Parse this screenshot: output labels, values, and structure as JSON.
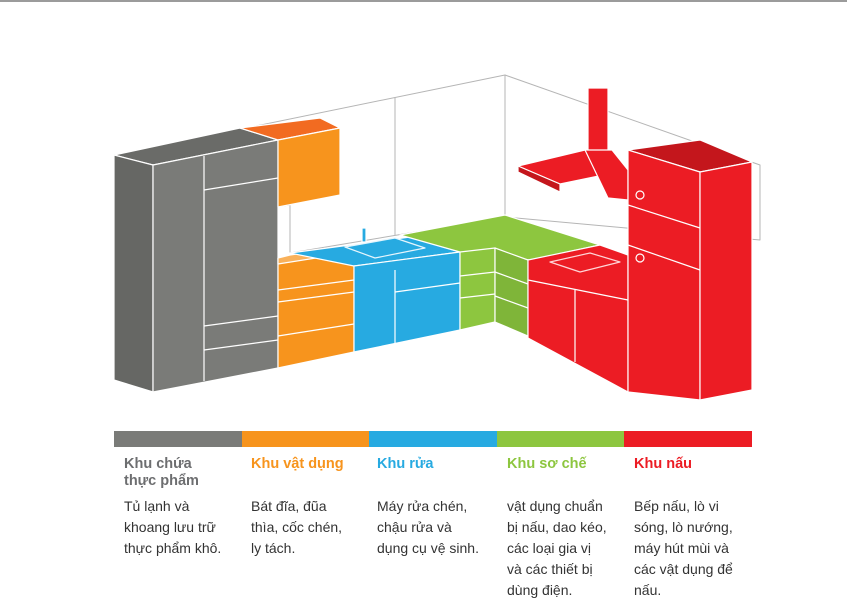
{
  "colors": {
    "food_storage": "#7a7b78",
    "utensils": "#f7941d",
    "washing": "#27aae1",
    "prep": "#8dc63f",
    "cooking": "#ec1c24",
    "wall_line": "#b5b5b5"
  },
  "zones": [
    {
      "id": "food_storage",
      "title": "Khu chứa\nthực phẩm",
      "description": "Tủ lạnh và\nkhoang lưu trữ\nthực phẩm khô.",
      "color": "#7a7b78",
      "title_color": "#6d6e70"
    },
    {
      "id": "utensils",
      "title": "Khu vật dụng",
      "description": "Bát đĩa, đũa\nthìa, cốc chén,\nly tách.",
      "color": "#f7941d",
      "title_color": "#f7941d"
    },
    {
      "id": "washing",
      "title": "Khu rửa",
      "description": "Máy rửa chén,\nchậu rửa và\ndụng cụ vệ sinh.",
      "color": "#27aae1",
      "title_color": "#27aae1"
    },
    {
      "id": "prep",
      "title": "Khu sơ chế",
      "description": "vật dụng chuẩn\nbị nấu, dao kéo,\ncác loại gia vị\nvà các thiết bị\ndùng điện.",
      "color": "#8dc63f",
      "title_color": "#8dc63f"
    },
    {
      "id": "cooking",
      "title": "Khu nấu",
      "description": "Bếp nấu, lò vi\nsóng, lò nướng,\nmáy hút mùi và\ncác vật dụng để\nnấu.",
      "color": "#ec1c24",
      "title_color": "#ec1c24"
    }
  ]
}
